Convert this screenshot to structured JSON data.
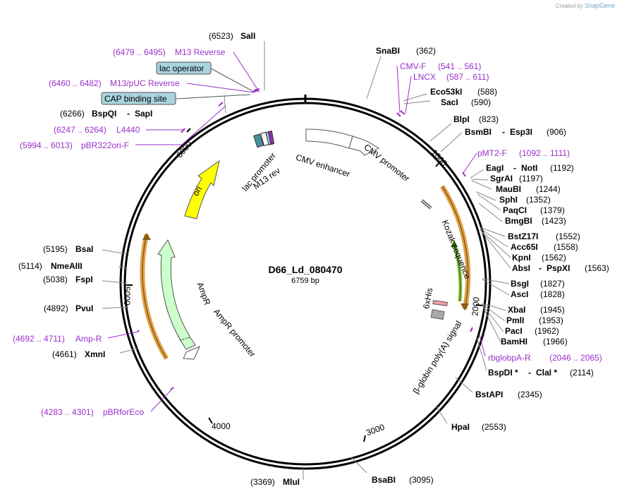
{
  "credit": {
    "prefix": "Created by",
    "brand": "SnapGene"
  },
  "plasmid": {
    "name": "D66_Ld_080470",
    "length": "6759 bp"
  },
  "ticks": [
    "1000",
    "2000",
    "3000",
    "4000",
    "5000",
    "6000"
  ],
  "enzymes": [
    {
      "pos": "(6523)",
      "name": "SalI"
    },
    {
      "pos": "(362)",
      "name": "SnaBI"
    },
    {
      "pos": "(588)",
      "name": "Eco53kI"
    },
    {
      "pos": "(590)",
      "name": "SacI"
    },
    {
      "pos": "(823)",
      "name": "BlpI"
    },
    {
      "pos": "(906)",
      "name": "BsmBI",
      "name2": "Esp3I"
    },
    {
      "pos": "(1192)",
      "name": "EagI",
      "name2": "NotI"
    },
    {
      "pos": "(1197)",
      "name": "SgrAI"
    },
    {
      "pos": "(1244)",
      "name": "MauBI"
    },
    {
      "pos": "(1352)",
      "name": "SphI"
    },
    {
      "pos": "(1379)",
      "name": "PaqCI"
    },
    {
      "pos": "(1423)",
      "name": "BmgBI"
    },
    {
      "pos": "(1552)",
      "name": "BstZ17I"
    },
    {
      "pos": "(1558)",
      "name": "Acc65I"
    },
    {
      "pos": "(1562)",
      "name": "KpnI"
    },
    {
      "pos": "(1563)",
      "name": "AbsI",
      "name2": "PspXI"
    },
    {
      "pos": "(1827)",
      "name": "BsgI"
    },
    {
      "pos": "(1828)",
      "name": "AscI"
    },
    {
      "pos": "(1945)",
      "name": "XbaI"
    },
    {
      "pos": "(1953)",
      "name": "PmlI"
    },
    {
      "pos": "(1962)",
      "name": "PacI"
    },
    {
      "pos": "(1966)",
      "name": "BamHI"
    },
    {
      "pos": "(2114)",
      "name": "BspDI *",
      "name2": "ClaI *"
    },
    {
      "pos": "(2345)",
      "name": "BstAPI"
    },
    {
      "pos": "(2553)",
      "name": "HpaI"
    },
    {
      "pos": "(3095)",
      "name": "BsaBI"
    },
    {
      "pos": "(3369)",
      "name": "MluI"
    },
    {
      "pos": "(4661)",
      "name": "XmnI"
    },
    {
      "pos": "(4892)",
      "name": "PvuI"
    },
    {
      "pos": "(5038)",
      "name": "FspI"
    },
    {
      "pos": "(5114)",
      "name": "NmeAIII"
    },
    {
      "pos": "(5195)",
      "name": "BsaI"
    },
    {
      "pos": "(6266)",
      "name": "BspQI",
      "name2": "SapI"
    }
  ],
  "primers": [
    {
      "range": "(6479 .. 6495)",
      "name": "M13 Reverse"
    },
    {
      "range": "(6460 .. 6482)",
      "name": "M13/pUC Reverse"
    },
    {
      "range": "(6247 .. 6264)",
      "name": "L4440"
    },
    {
      "range": "(5994 .. 6013)",
      "name": "pBR322ori-F"
    },
    {
      "name": "CMV-F",
      "range": "(541 .. 561)"
    },
    {
      "name": "LNCX",
      "range": "(587 .. 611)"
    },
    {
      "name": "pMT2-F",
      "range": "(1092 .. 1111)"
    },
    {
      "name": "rbglobpA-R",
      "range": "(2046 .. 2065)"
    },
    {
      "range": "(4692 .. 4711)",
      "name": "Amp-R"
    },
    {
      "range": "(4283 .. 4301)",
      "name": "pBRforEco"
    }
  ],
  "boxed_features": [
    "lac operator",
    "CAP binding site"
  ],
  "features": {
    "cmv_enhancer": "CMV enhancer",
    "cmv_promoter": "CMV promoter",
    "kozak": "Kozak sequence",
    "his": "6xHis",
    "polya": "β-globin poly(A) signal",
    "ampr": "AmpR",
    "ampr_promoter": "AmpR promoter",
    "ori": "ori",
    "lac_promoter": "lac promoter",
    "m13rev": "M13 rev"
  },
  "colors": {
    "primer": "#9b30c9",
    "ori": "#ffff00",
    "ampr": "#ccffcc",
    "orf_outline": "#e3a44a",
    "orf_inner": "#8dc63f",
    "boxed": "#a9d4dd",
    "promoter": "#ffffff"
  }
}
